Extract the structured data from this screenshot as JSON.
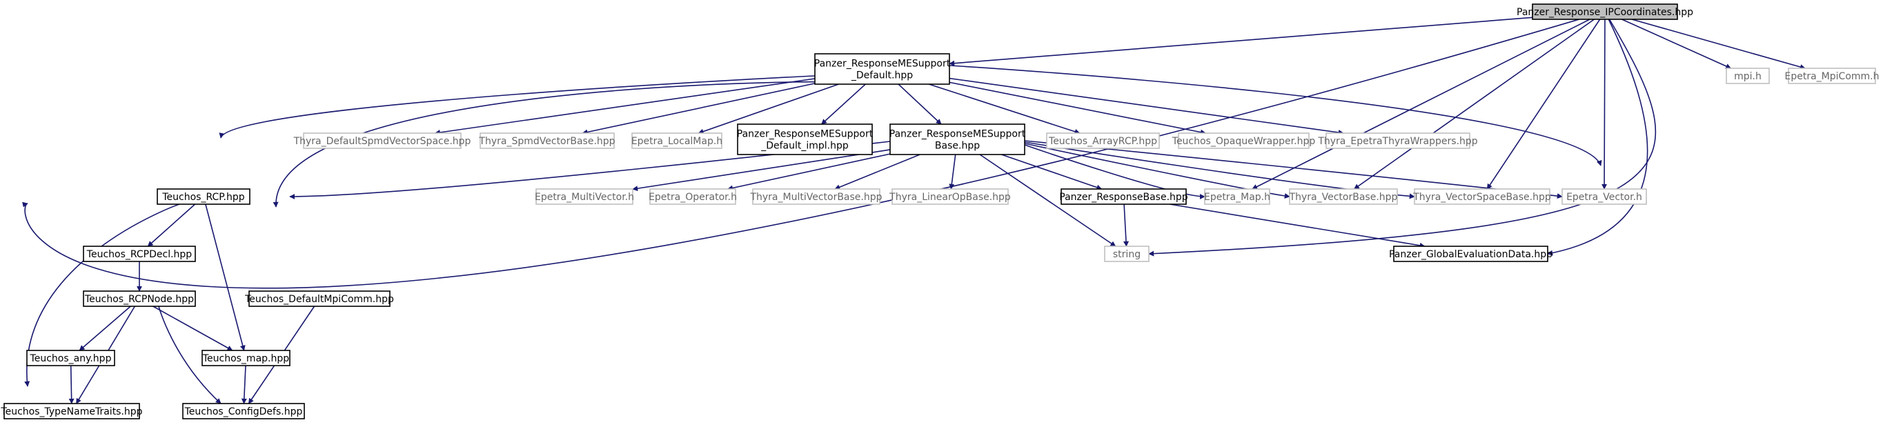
{
  "graph": {
    "edge_color": "#191970",
    "root_fill": "#bfbfbf",
    "external_border": "#bfbfbf",
    "nodes": {
      "root": {
        "lines": [
          "Panzer_Response_IPCoordinates.hpp"
        ],
        "style": "root"
      },
      "support_default": {
        "lines": [
          "Panzer_ResponseMESupport",
          "_Default.hpp"
        ],
        "style": "normal"
      },
      "mpi_h": {
        "lines": [
          "mpi.h"
        ],
        "style": "gray"
      },
      "epetra_mpicomm": {
        "lines": [
          "Epetra_MpiComm.h"
        ],
        "style": "gray"
      },
      "thyra_defaultspmd": {
        "lines": [
          "Thyra_DefaultSpmdVectorSpace.hpp"
        ],
        "style": "gray"
      },
      "thyra_spmdvectorbase": {
        "lines": [
          "Thyra_SpmdVectorBase.hpp"
        ],
        "style": "gray"
      },
      "epetra_localmap": {
        "lines": [
          "Epetra_LocalMap.h"
        ],
        "style": "gray"
      },
      "support_default_impl": {
        "lines": [
          "Panzer_ResponseMESupport",
          "_Default_impl.hpp"
        ],
        "style": "normal"
      },
      "support_base": {
        "lines": [
          "Panzer_ResponseMESupport",
          "Base.hpp"
        ],
        "style": "normal"
      },
      "teuchos_arrayrcp": {
        "lines": [
          "Teuchos_ArrayRCP.hpp"
        ],
        "style": "gray"
      },
      "teuchos_opaque": {
        "lines": [
          "Teuchos_OpaqueWrapper.hpp"
        ],
        "style": "gray"
      },
      "thyra_epetrathyra": {
        "lines": [
          "Thyra_EpetraThyraWrappers.hpp"
        ],
        "style": "gray"
      },
      "teuchos_rcp": {
        "lines": [
          "Teuchos_RCP.hpp"
        ],
        "style": "normal"
      },
      "epetra_multivector": {
        "lines": [
          "Epetra_MultiVector.h"
        ],
        "style": "gray"
      },
      "epetra_operator": {
        "lines": [
          "Epetra_Operator.h"
        ],
        "style": "gray"
      },
      "thyra_multivectorbase": {
        "lines": [
          "Thyra_MultiVectorBase.hpp"
        ],
        "style": "gray"
      },
      "thyra_linearopbase": {
        "lines": [
          "Thyra_LinearOpBase.hpp"
        ],
        "style": "gray"
      },
      "panzer_responsebase": {
        "lines": [
          "Panzer_ResponseBase.hpp"
        ],
        "style": "normal"
      },
      "epetra_map": {
        "lines": [
          "Epetra_Map.h"
        ],
        "style": "gray"
      },
      "thyra_vectorbase": {
        "lines": [
          "Thyra_VectorBase.hpp"
        ],
        "style": "gray"
      },
      "thyra_vectorspacebase": {
        "lines": [
          "Thyra_VectorSpaceBase.hpp"
        ],
        "style": "gray"
      },
      "epetra_vector": {
        "lines": [
          "Epetra_Vector.h"
        ],
        "style": "gray"
      },
      "string": {
        "lines": [
          "string"
        ],
        "style": "gray"
      },
      "panzer_globaleval": {
        "lines": [
          "Panzer_GlobalEvaluationData.hpp"
        ],
        "style": "normal"
      },
      "teuchos_rcpdecl": {
        "lines": [
          "Teuchos_RCPDecl.hpp"
        ],
        "style": "normal"
      },
      "teuchos_rcpnode": {
        "lines": [
          "Teuchos_RCPNode.hpp"
        ],
        "style": "normal"
      },
      "teuchos_defaultmpicomm": {
        "lines": [
          "Teuchos_DefaultMpiComm.hpp"
        ],
        "style": "normal"
      },
      "teuchos_any": {
        "lines": [
          "Teuchos_any.hpp"
        ],
        "style": "normal"
      },
      "teuchos_map": {
        "lines": [
          "Teuchos_map.hpp"
        ],
        "style": "normal"
      },
      "teuchos_typenametraits": {
        "lines": [
          "Teuchos_TypeNameTraits.hpp"
        ],
        "style": "normal"
      },
      "teuchos_configdefs": {
        "lines": [
          "Teuchos_ConfigDefs.hpp"
        ],
        "style": "normal"
      }
    },
    "edges": [
      [
        "root",
        "support_default"
      ],
      [
        "root",
        "mpi_h"
      ],
      [
        "root",
        "epetra_mpicomm"
      ],
      [
        "root",
        "teuchos_rcp"
      ],
      [
        "root",
        "epetra_map"
      ],
      [
        "root",
        "thyra_vectorbase"
      ],
      [
        "root",
        "thyra_vectorspacebase"
      ],
      [
        "root",
        "epetra_vector"
      ],
      [
        "root",
        "string"
      ],
      [
        "root",
        "panzer_globaleval"
      ],
      [
        "support_default",
        "thyra_defaultspmd"
      ],
      [
        "support_default",
        "thyra_spmdvectorbase"
      ],
      [
        "support_default",
        "epetra_localmap"
      ],
      [
        "support_default",
        "support_default_impl"
      ],
      [
        "support_default",
        "support_base"
      ],
      [
        "support_default",
        "teuchos_arrayrcp"
      ],
      [
        "support_default",
        "teuchos_opaque"
      ],
      [
        "support_default",
        "thyra_epetrathyra"
      ],
      [
        "support_default",
        "teuchos_rcp"
      ],
      [
        "support_default",
        "teuchos_defaultmpicomm"
      ],
      [
        "support_default",
        "epetra_vector"
      ],
      [
        "support_base",
        "teuchos_rcp"
      ],
      [
        "support_base",
        "epetra_multivector"
      ],
      [
        "support_base",
        "epetra_operator"
      ],
      [
        "support_base",
        "thyra_multivectorbase"
      ],
      [
        "support_base",
        "thyra_linearopbase"
      ],
      [
        "support_base",
        "panzer_responsebase"
      ],
      [
        "support_base",
        "epetra_map"
      ],
      [
        "support_base",
        "thyra_vectorbase"
      ],
      [
        "support_base",
        "thyra_vectorspacebase"
      ],
      [
        "support_base",
        "epetra_vector"
      ],
      [
        "support_base",
        "string"
      ],
      [
        "panzer_responsebase",
        "string"
      ],
      [
        "panzer_responsebase",
        "panzer_globaleval"
      ],
      [
        "teuchos_rcp",
        "teuchos_rcpdecl"
      ],
      [
        "teuchos_rcp",
        "teuchos_map"
      ],
      [
        "teuchos_rcp",
        "teuchos_typenametraits"
      ],
      [
        "teuchos_rcpdecl",
        "teuchos_rcpnode"
      ],
      [
        "teuchos_rcpnode",
        "teuchos_any"
      ],
      [
        "teuchos_rcpnode",
        "teuchos_map"
      ],
      [
        "teuchos_rcpnode",
        "teuchos_typenametraits"
      ],
      [
        "teuchos_rcpnode",
        "teuchos_configdefs"
      ],
      [
        "teuchos_any",
        "teuchos_typenametraits"
      ],
      [
        "teuchos_map",
        "teuchos_configdefs"
      ],
      [
        "teuchos_defaultmpicomm",
        "teuchos_configdefs"
      ]
    ]
  }
}
